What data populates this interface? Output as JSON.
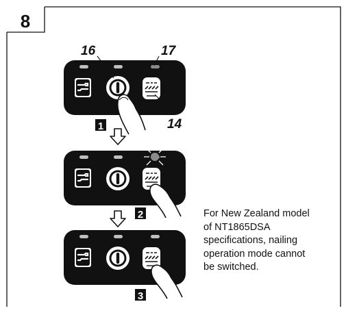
{
  "figure": {
    "step_number": "8",
    "callouts": {
      "power_button": "16",
      "lamp": "17",
      "mode_button": "14"
    },
    "sub_steps": [
      "1",
      "2",
      "3"
    ],
    "note_lines": [
      "For New Zealand model",
      "of NT1865DSA",
      "specifications, nailing",
      "operation mode cannot",
      "be switched."
    ]
  },
  "colors": {
    "panel": "#111111",
    "button_face": "#ffffff",
    "lamp_off": "#bfbfbf",
    "lamp_lit": "#8a8a8a",
    "line": "#000000"
  },
  "icons": [
    "wrench-icon",
    "power-icon",
    "nail-mode-icon",
    "pointing-finger-icon",
    "down-arrow-icon"
  ]
}
